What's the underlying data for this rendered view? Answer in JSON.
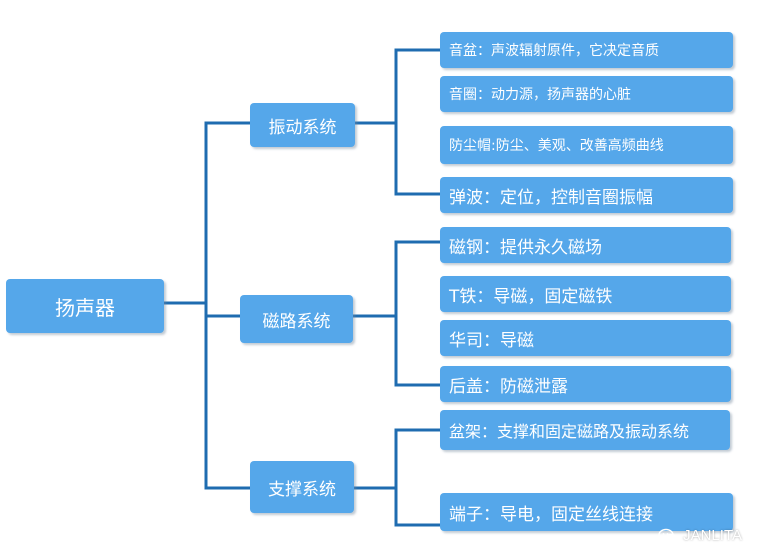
{
  "diagram": {
    "root": {
      "label": "扬声器"
    },
    "branches": [
      {
        "label": "振动系统",
        "leaves": [
          "音盆：声波辐射原件，它决定音质",
          "音圈：动力源，扬声器的心脏",
          "防尘帽:防尘、美观、改善高频曲线",
          "弹波：定位，控制音圈振幅"
        ]
      },
      {
        "label": "磁路系统",
        "leaves": [
          "磁钢：提供永久磁场",
          "T铁：导磁，固定磁铁",
          "华司：导磁",
          "后盖：防磁泄露"
        ]
      },
      {
        "label": "支撑系统",
        "leaves": [
          "盆架：支撑和固定磁路及振动系统",
          "端子：导电，固定丝线连接"
        ]
      }
    ],
    "colors": {
      "node_fill": "#55a7ea",
      "node_text": "#ffffff",
      "connector": "#1f6cb0"
    }
  },
  "watermark": {
    "text": "JANLITA",
    "icon": "wechat-icon"
  }
}
